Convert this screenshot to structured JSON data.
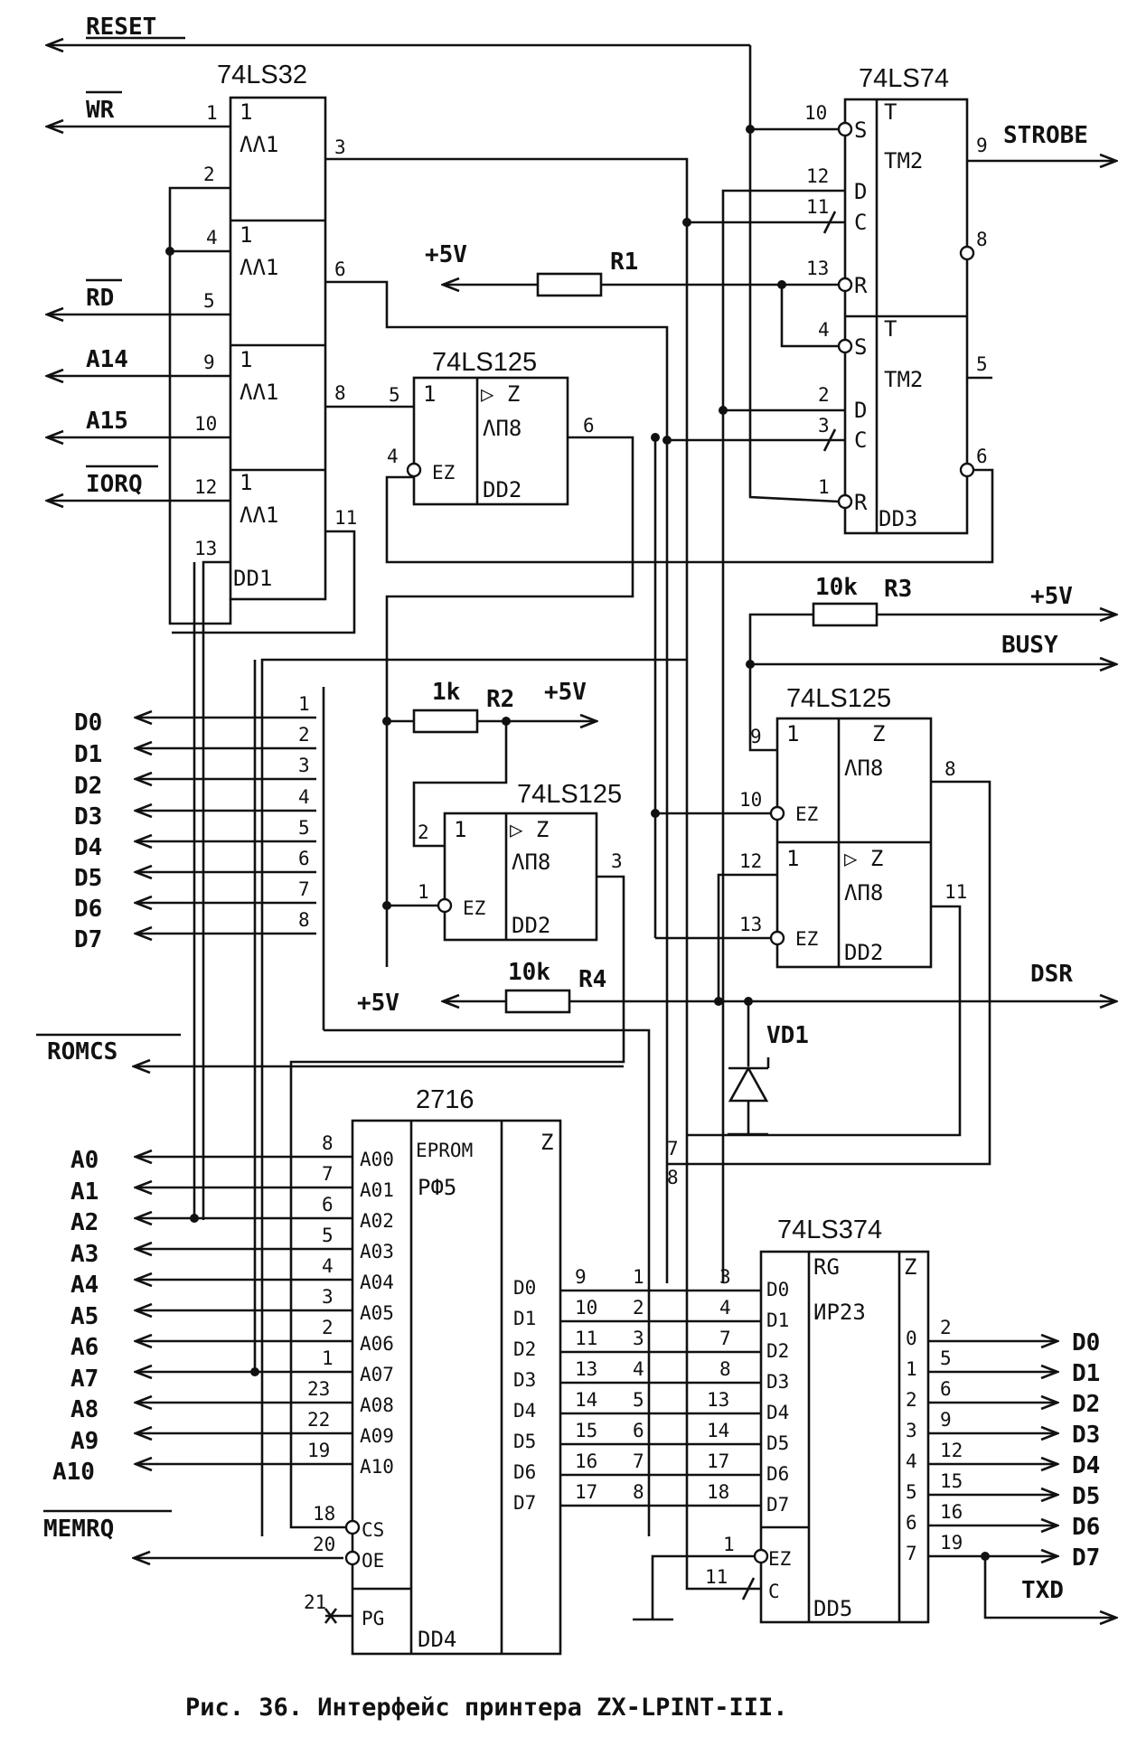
{
  "caption": "Рис. 36. Интерфейс принтера ZX-LPINT-III.",
  "signals_left_top": [
    "RESET",
    "WR",
    "RD",
    "A14",
    "A15",
    "IORQ"
  ],
  "data_bus_left": [
    "D0",
    "D1",
    "D2",
    "D3",
    "D4",
    "D5",
    "D6",
    "D7"
  ],
  "address_left": [
    "A0",
    "A1",
    "A2",
    "A3",
    "A4",
    "A5",
    "A6",
    "A7",
    "A8",
    "A9",
    "A10"
  ],
  "romcs": "ROMCS",
  "memrq": "MEMRQ",
  "outputs_right": {
    "strobe": "STROBE",
    "plus5v": "+5V",
    "busy": "BUSY",
    "dsr": "DSR",
    "txd": "TXD"
  },
  "printer_data_right": [
    "D0",
    "D1",
    "D2",
    "D3",
    "D4",
    "D5",
    "D6",
    "D7"
  ],
  "chips": {
    "dd1": {
      "part": "74LS32",
      "func": "ΛΛ1",
      "ref": "DD1",
      "one": "1"
    },
    "dd3": {
      "part": "74LS74",
      "func": "TM2",
      "ref": "DD3",
      "t": "T",
      "s": "S",
      "d": "D",
      "c": "C",
      "r": "R"
    },
    "dd2a": {
      "part": "74LS125",
      "func": "ΛП8",
      "ref": "DD2",
      "z": "▷ Z",
      "one": "1",
      "ez": "EZ"
    },
    "dd2b": {
      "part": "74LS125",
      "func": "ΛП8",
      "ref": "DD2",
      "z": "▷ Z",
      "one": "1",
      "ez": "EZ"
    },
    "dd2c": {
      "part": "74LS125",
      "func": "ΛП8",
      "ref": "DD2",
      "z": "Z",
      "z2": "▷ Z",
      "one": "1",
      "ez": "EZ"
    },
    "dd4": {
      "part": "2716",
      "sub": "EPROM",
      "func": "PФ5",
      "ref": "DD4",
      "z": "Z",
      "addr_pins": [
        "A00",
        "A01",
        "A02",
        "A03",
        "A04",
        "A05",
        "A06",
        "A07",
        "A08",
        "A09",
        "A10"
      ],
      "data_pins": [
        "D0",
        "D1",
        "D2",
        "D3",
        "D4",
        "D5",
        "D6",
        "D7"
      ],
      "cs": "CS",
      "oe": "OE",
      "pg": "PG"
    },
    "dd5": {
      "part": "74LS374",
      "func": "ИР23",
      "ref": "DD5",
      "rg": "RG",
      "z": "Z",
      "in_pins": [
        "D0",
        "D1",
        "D2",
        "D3",
        "D4",
        "D5",
        "D6",
        "D7"
      ],
      "out_pins": [
        "0",
        "1",
        "2",
        "3",
        "4",
        "5",
        "6",
        "7"
      ],
      "ez": "EZ",
      "c": "C"
    }
  },
  "resistors": {
    "r1": {
      "ref": "R1",
      "supply": "+5V"
    },
    "r2": {
      "ref": "R2",
      "value": "1k",
      "supply": "+5V"
    },
    "r3": {
      "ref": "R3",
      "value": "10k",
      "supply": "+5V"
    },
    "r4": {
      "ref": "R4",
      "value": "10k",
      "supply": "+5V"
    }
  },
  "diode": "VD1",
  "pin_numbers": {
    "dd1": [
      "1",
      "2",
      "3",
      "4",
      "5",
      "6",
      "9",
      "10",
      "8",
      "12",
      "13",
      "11"
    ],
    "dd3": [
      "10",
      "12",
      "11",
      "13",
      "9",
      "8",
      "4",
      "2",
      "3",
      "1",
      "5",
      "6"
    ],
    "dd2a": [
      "5",
      "4",
      "6"
    ],
    "dd2b": [
      "2",
      "1",
      "3"
    ],
    "dd2c": [
      "9",
      "10",
      "8",
      "12",
      "13",
      "11"
    ],
    "bus": [
      "1",
      "2",
      "3",
      "4",
      "5",
      "6",
      "7",
      "8"
    ],
    "dd4_addr": [
      "8",
      "7",
      "6",
      "5",
      "4",
      "3",
      "2",
      "1",
      "23",
      "22",
      "19"
    ],
    "dd4_ctrl": [
      "18",
      "20",
      "21"
    ],
    "dd4_data": [
      "9",
      "10",
      "11",
      "13",
      "14",
      "15",
      "16",
      "17"
    ],
    "bus2": [
      "1",
      "2",
      "3",
      "4",
      "5",
      "6",
      "7",
      "8"
    ],
    "dd5_in": [
      "3",
      "4",
      "7",
      "8",
      "13",
      "14",
      "17",
      "18"
    ],
    "dd5_out": [
      "2",
      "5",
      "6",
      "9",
      "12",
      "15",
      "16",
      "19"
    ],
    "dd5_ctrl": [
      "1",
      "11"
    ],
    "rom_mux": [
      "7",
      "8"
    ]
  }
}
